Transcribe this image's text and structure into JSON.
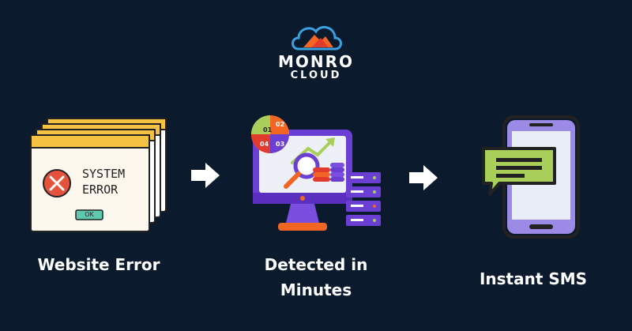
{
  "brand": {
    "name": "MONRO",
    "sub": "CLOUD"
  },
  "steps": [
    {
      "caption": "Website Error",
      "dialog_line1": "SYSTEM",
      "dialog_line2": "ERROR",
      "dialog_button": "OK"
    },
    {
      "caption_line1": "Detected in",
      "caption_line2": "Minutes",
      "pie_labels": [
        "01",
        "02",
        "03",
        "04"
      ]
    },
    {
      "caption": "Instant SMS"
    }
  ],
  "colors": {
    "background": "#0c1a2e",
    "accent_orange": "#f26522",
    "accent_purple": "#6b3fd4",
    "dialog_yellow": "#f5c242",
    "sms_green": "#a9cf5a",
    "error_red": "#e5533d"
  },
  "icons": [
    "cloud-logo-icon",
    "error-dialog-icon",
    "arrow-right-icon",
    "monitor-analytics-icon",
    "arrow-right-icon",
    "phone-sms-icon"
  ]
}
